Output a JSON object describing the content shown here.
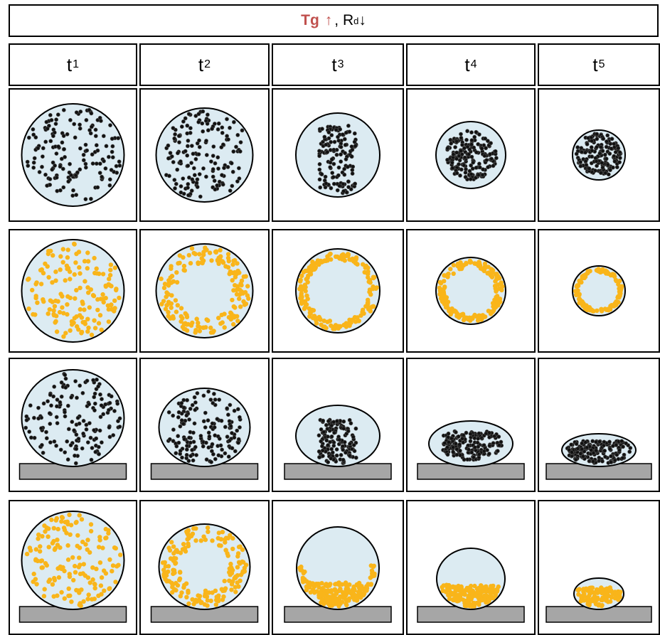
{
  "header": {
    "tg_label": "Tg",
    "tg_arrow": "↑",
    "separator": ",",
    "rd_label": "R",
    "rd_subscript": "d",
    "rd_arrow": "↓"
  },
  "time_columns": [
    {
      "label": "t",
      "subscript": "1"
    },
    {
      "label": "t",
      "subscript": "2"
    },
    {
      "label": "t",
      "subscript": "3"
    },
    {
      "label": "t",
      "subscript": "4"
    },
    {
      "label": "t",
      "subscript": "5"
    }
  ],
  "rows": [
    {
      "particle_color": "black",
      "substrate": false,
      "pattern": "uniform-shrink"
    },
    {
      "particle_color": "yellow",
      "substrate": false,
      "pattern": "ring-shell"
    },
    {
      "particle_color": "black",
      "substrate": true,
      "pattern": "uniform-shrink"
    },
    {
      "particle_color": "yellow",
      "substrate": true,
      "pattern": "settle-bottom"
    }
  ],
  "colors": {
    "droplet_fill": "#dcebf2",
    "black_particle": "#111111",
    "yellow_particle": "#f9b51a",
    "substrate_fill": "#a6a6a6",
    "accent_red": "#c0504d"
  }
}
